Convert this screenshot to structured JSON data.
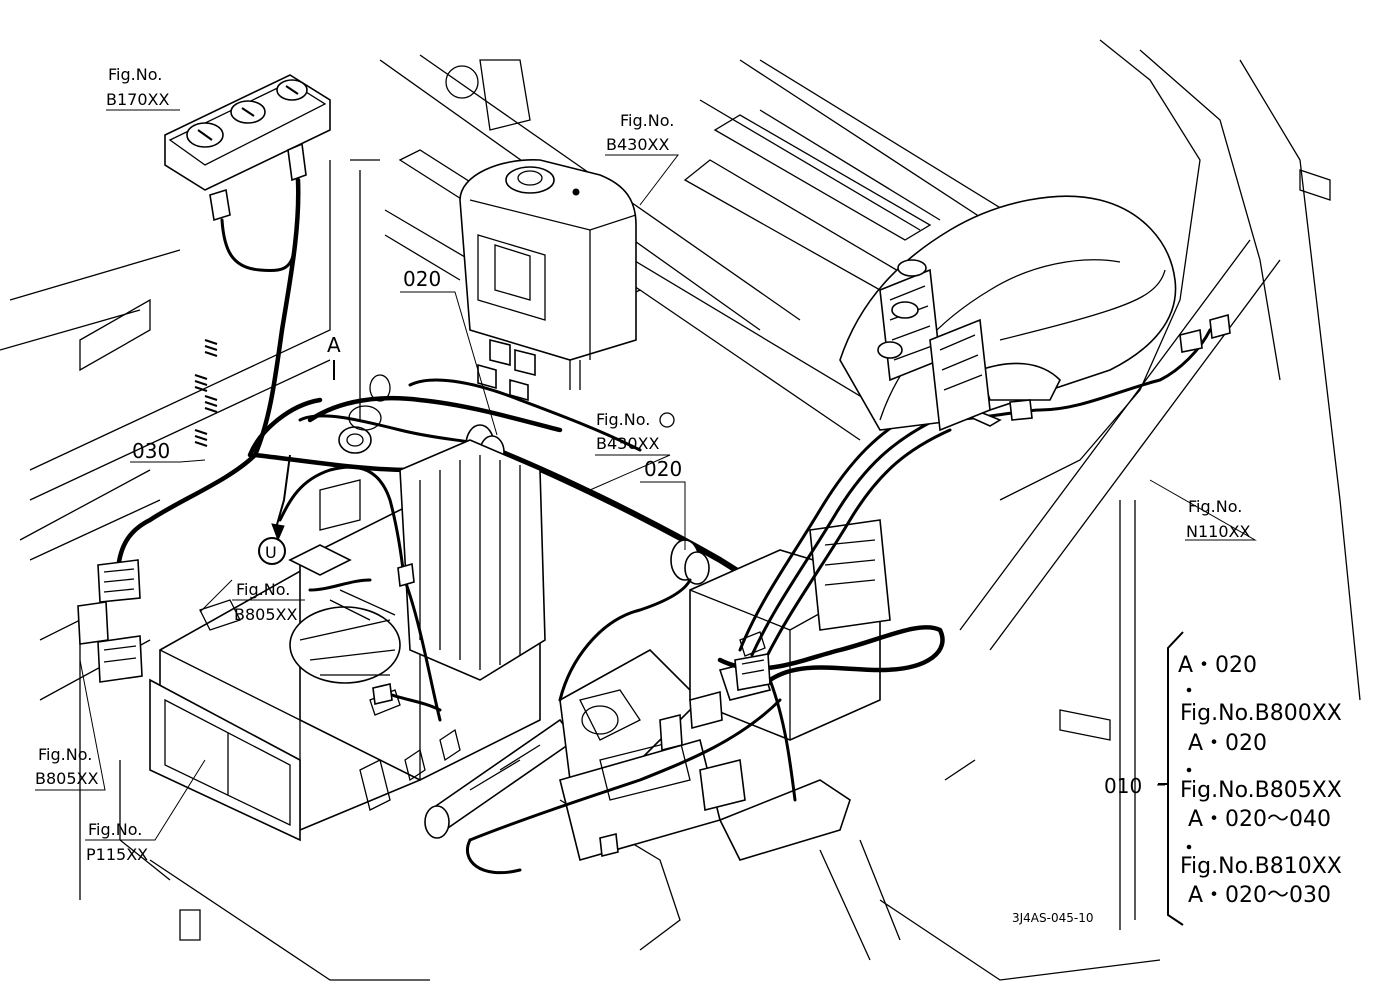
{
  "labels": {
    "b170": {
      "fig": "Fig.No.",
      "code": "B170XX"
    },
    "b430_top": {
      "fig": "Fig.No.",
      "code": "B430XX"
    },
    "b430_mid": {
      "fig": "Fig.No.",
      "code": "B430XX"
    },
    "b805_mid": {
      "fig": "Fig.No.",
      "code": "B805XX"
    },
    "b805_left": {
      "fig": "Fig.No.",
      "code": "B805XX"
    },
    "p115": {
      "fig": "Fig.No.",
      "code": "P115XX"
    },
    "n110": {
      "fig": "Fig.No.",
      "code": "N110XX"
    }
  },
  "parts": {
    "p020_top": "020",
    "p020_mid": "020",
    "p030": "030",
    "p010": "010",
    "ref_a": "A",
    "ref_u": "U"
  },
  "legend": {
    "line1": "A・020",
    "line2": "Fig.No.B800XX",
    "line3": "A・020",
    "line4": "Fig.No.B805XX",
    "line5": "A・020～040",
    "line6": "Fig.No.B810XX",
    "line7": "A・020～030"
  },
  "drawing_code": "3J4AS-045-10"
}
